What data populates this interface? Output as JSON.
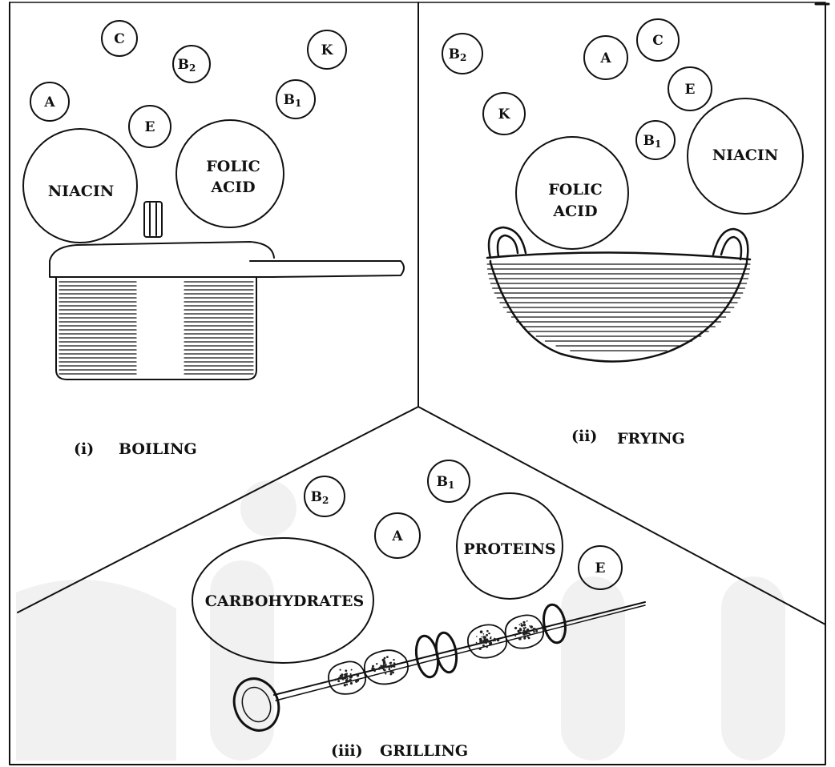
{
  "panels": [
    {
      "id": "boiling",
      "numeral": "(i)",
      "caption": "BOILING",
      "nutrients": {
        "c": "C",
        "b2": "B",
        "b2_sub": "2",
        "k": "K",
        "a": "A",
        "b1": "B",
        "b1_sub": "1",
        "e": "E",
        "niacin": "NIACIN",
        "folic_1": "FOLIC",
        "folic_2": "ACID"
      }
    },
    {
      "id": "frying",
      "numeral": "(ii)",
      "caption": "FRYING",
      "nutrients": {
        "b2": "B",
        "b2_sub": "2",
        "a": "A",
        "c": "C",
        "e": "E",
        "k": "K",
        "b1": "B",
        "b1_sub": "1",
        "niacin": "NIACIN",
        "folic_1": "FOLIC",
        "folic_2": "ACID"
      }
    },
    {
      "id": "grilling",
      "numeral": "(iii)",
      "caption": "GRILLING",
      "nutrients": {
        "b2": "B",
        "b2_sub": "2",
        "b1": "B",
        "b1_sub": "1",
        "a": "A",
        "proteins": "PROTEINS",
        "e": "E",
        "carbohydrates": "CARBOHYDRATES"
      }
    }
  ],
  "icons": [
    "pressure-cooker-icon",
    "kadhai-wok-icon",
    "kebab-skewer-icon"
  ],
  "colors": {
    "ink": "#111111",
    "background": "#ffffff",
    "watermark": "#f1f1f1"
  }
}
